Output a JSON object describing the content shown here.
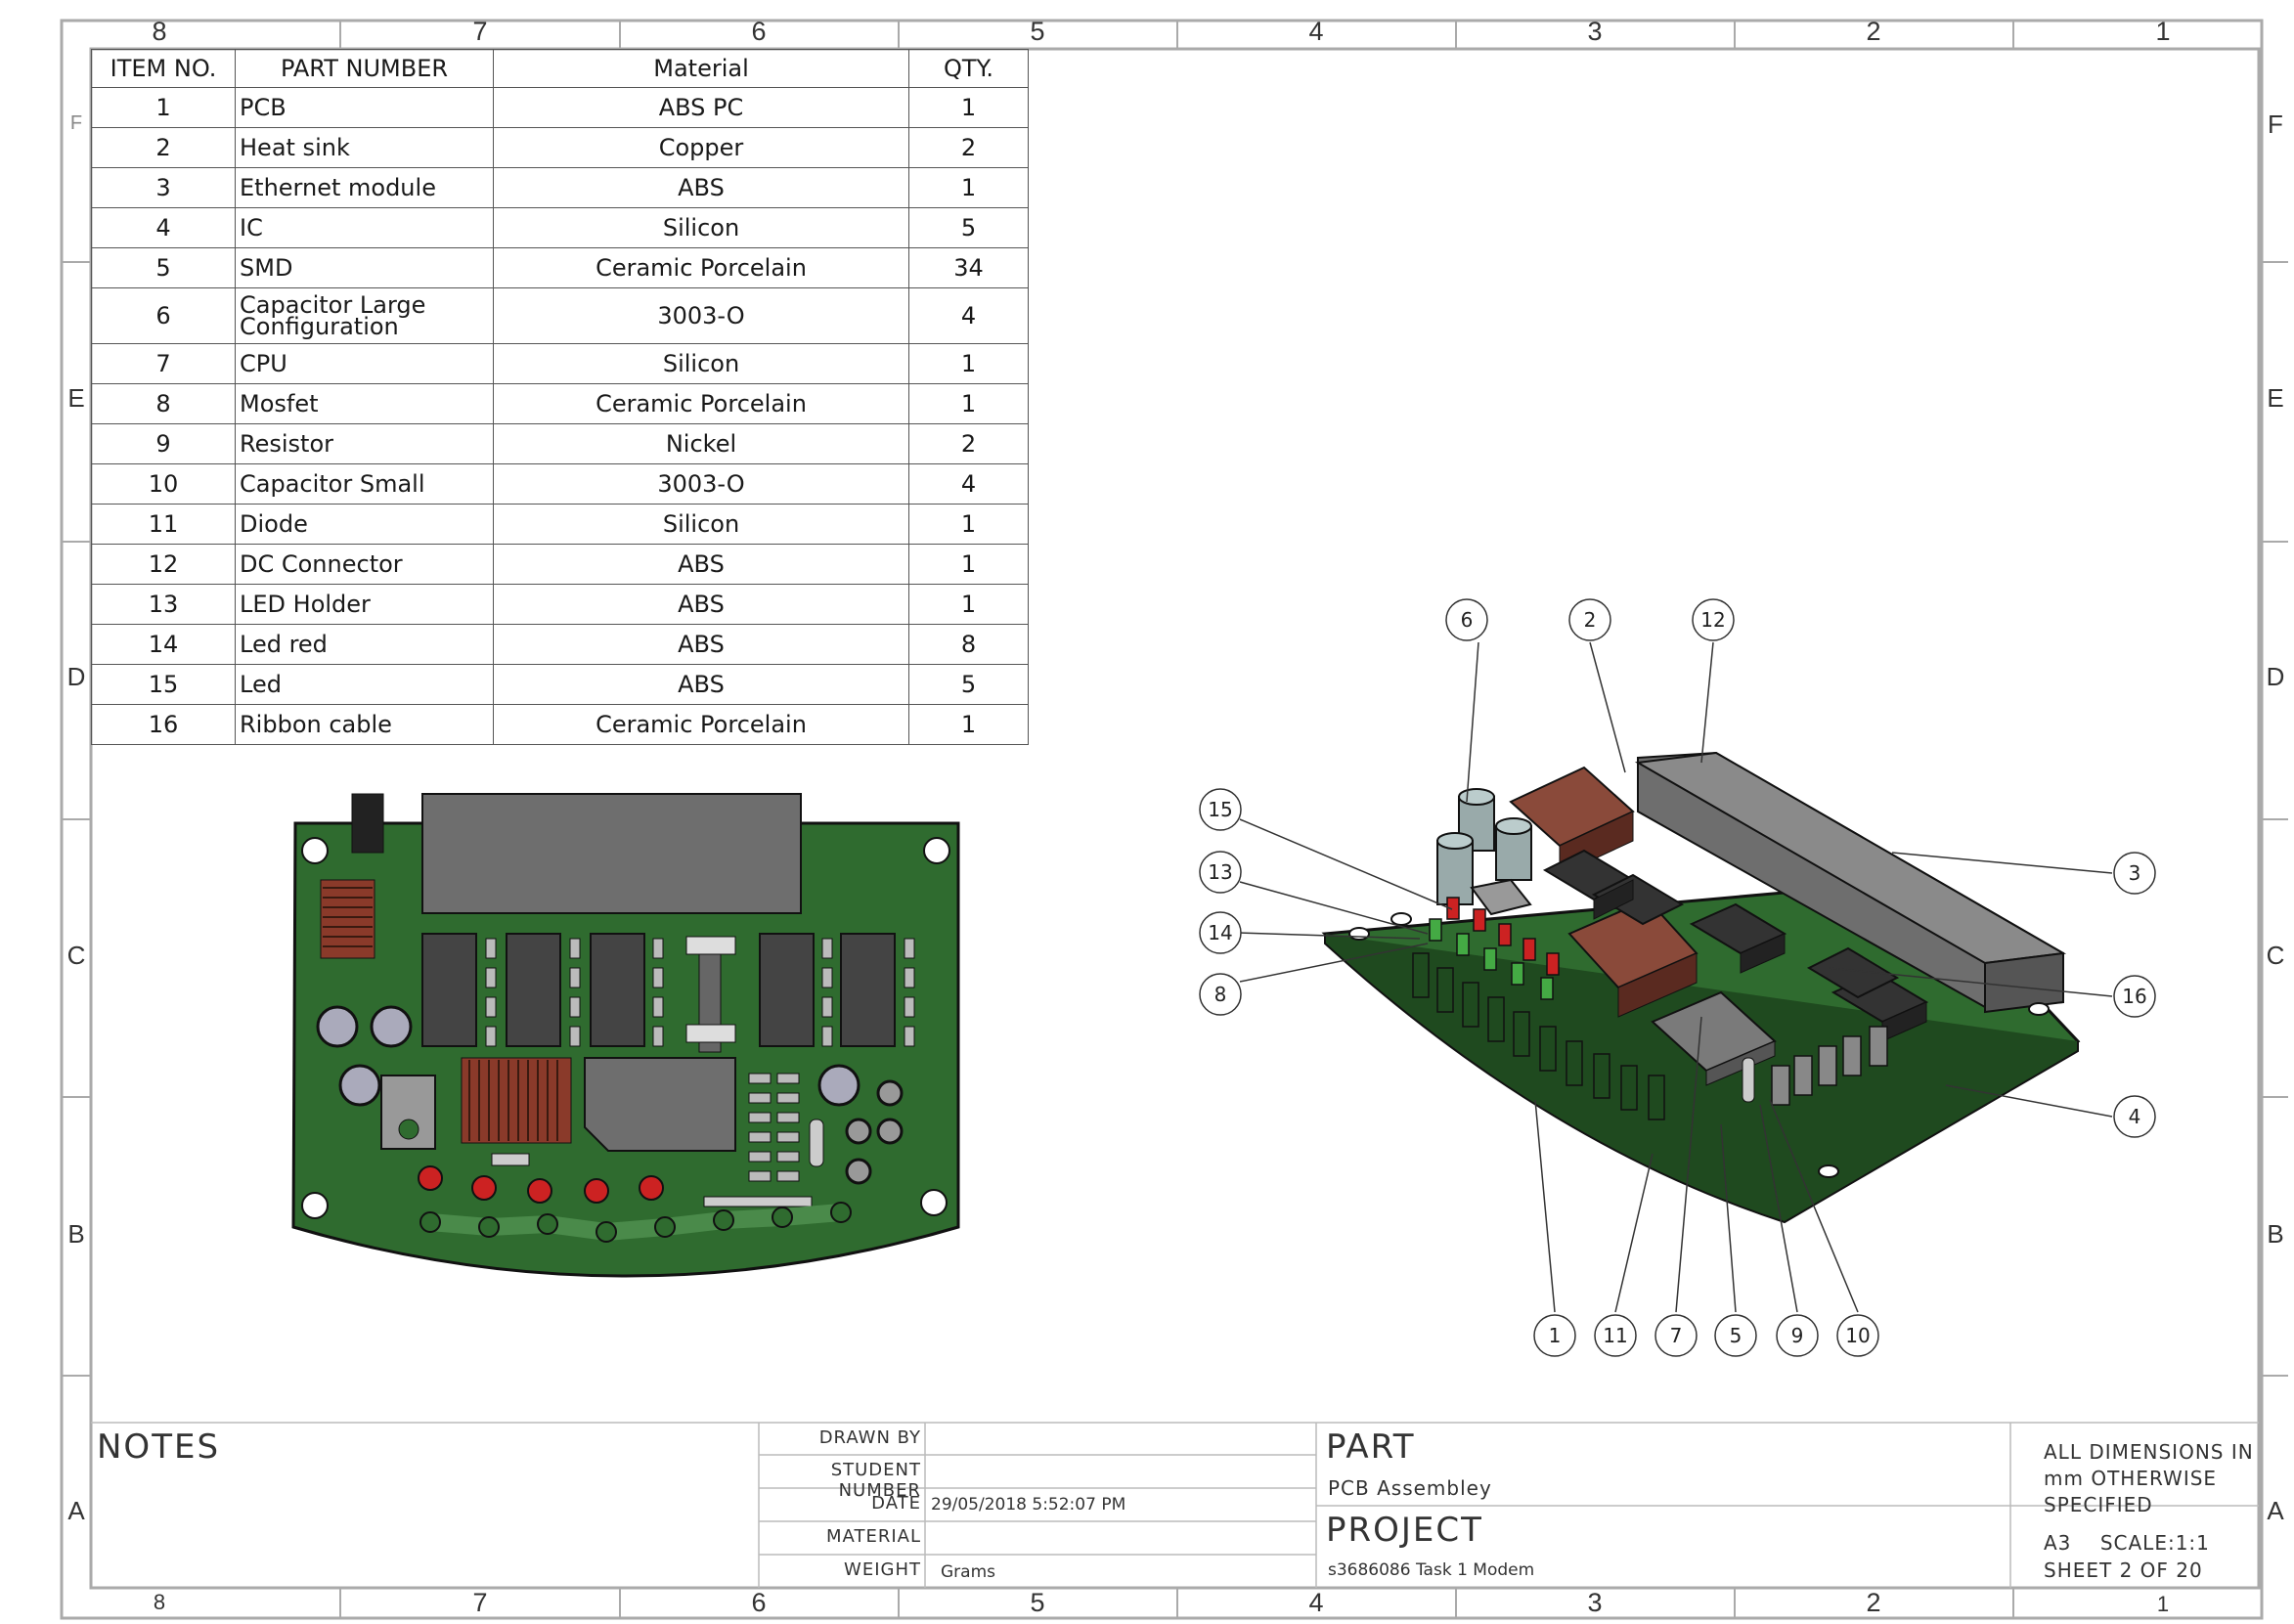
{
  "zones": {
    "columns": [
      "8",
      "7",
      "6",
      "5",
      "4",
      "3",
      "2",
      "1"
    ],
    "rows": [
      "F",
      "E",
      "D",
      "C",
      "B",
      "A"
    ]
  },
  "bom": {
    "headers": [
      "ITEM NO.",
      "PART NUMBER",
      "Material",
      "QTY."
    ],
    "rows": [
      {
        "item": "1",
        "part": "PCB",
        "material": "ABS PC",
        "qty": "1"
      },
      {
        "item": "2",
        "part": "Heat sink",
        "material": "Copper",
        "qty": "2"
      },
      {
        "item": "3",
        "part": "Ethernet module",
        "material": "ABS",
        "qty": "1"
      },
      {
        "item": "4",
        "part": "IC",
        "material": "Silicon",
        "qty": "5"
      },
      {
        "item": "5",
        "part": "SMD",
        "material": "Ceramic Porcelain",
        "qty": "34"
      },
      {
        "item": "6",
        "part": "Capacitor Large Configuration",
        "material": "3003-O",
        "qty": "4"
      },
      {
        "item": "7",
        "part": "CPU",
        "material": "Silicon",
        "qty": "1"
      },
      {
        "item": "8",
        "part": "Mosfet",
        "material": "Ceramic Porcelain",
        "qty": "1"
      },
      {
        "item": "9",
        "part": "Resistor",
        "material": "Nickel",
        "qty": "2"
      },
      {
        "item": "10",
        "part": "Capacitor Small",
        "material": "3003-O",
        "qty": "4"
      },
      {
        "item": "11",
        "part": "Diode",
        "material": "Silicon",
        "qty": "1"
      },
      {
        "item": "12",
        "part": "DC Connector",
        "material": "ABS",
        "qty": "1"
      },
      {
        "item": "13",
        "part": "LED Holder",
        "material": "ABS",
        "qty": "1"
      },
      {
        "item": "14",
        "part": "Led red",
        "material": "ABS",
        "qty": "8"
      },
      {
        "item": "15",
        "part": "Led",
        "material": "ABS",
        "qty": "5"
      },
      {
        "item": "16",
        "part": "Ribbon cable",
        "material": "Ceramic Porcelain",
        "qty": "1"
      }
    ]
  },
  "balloons": [
    "6",
    "2",
    "12",
    "15",
    "13",
    "14",
    "8",
    "3",
    "16",
    "4",
    "1",
    "11",
    "7",
    "5",
    "9",
    "10"
  ],
  "title_block": {
    "notes": "NOTES",
    "drawn_by_label": "DRAWN BY",
    "student_number_label": "STUDENT NUMBER",
    "date_label": "DATE",
    "date_value": "29/05/2018 5:52:07 PM",
    "material_label": "MATERIAL",
    "weight_label": "WEIGHT",
    "weight_value": "Grams",
    "part_label": "PART",
    "part_value": "PCB Assembley",
    "project_label": "PROJECT",
    "project_value": "s3686086 Task 1 Modem",
    "dimensions_note": [
      "ALL DIMENSIONS IN",
      "mm OTHERWISE",
      "SPECIFIED"
    ],
    "size_scale": "A3    SCALE:1:1",
    "sheet": "SHEET 2 OF 20"
  },
  "colors": {
    "pcb_green": "#2f6b2f",
    "pcb_dark": "#1f4a1f",
    "component_gray": "#6e6e6e",
    "heatsink": "#8a5a4a",
    "led_red": "#cc2222",
    "border": "#999999"
  }
}
